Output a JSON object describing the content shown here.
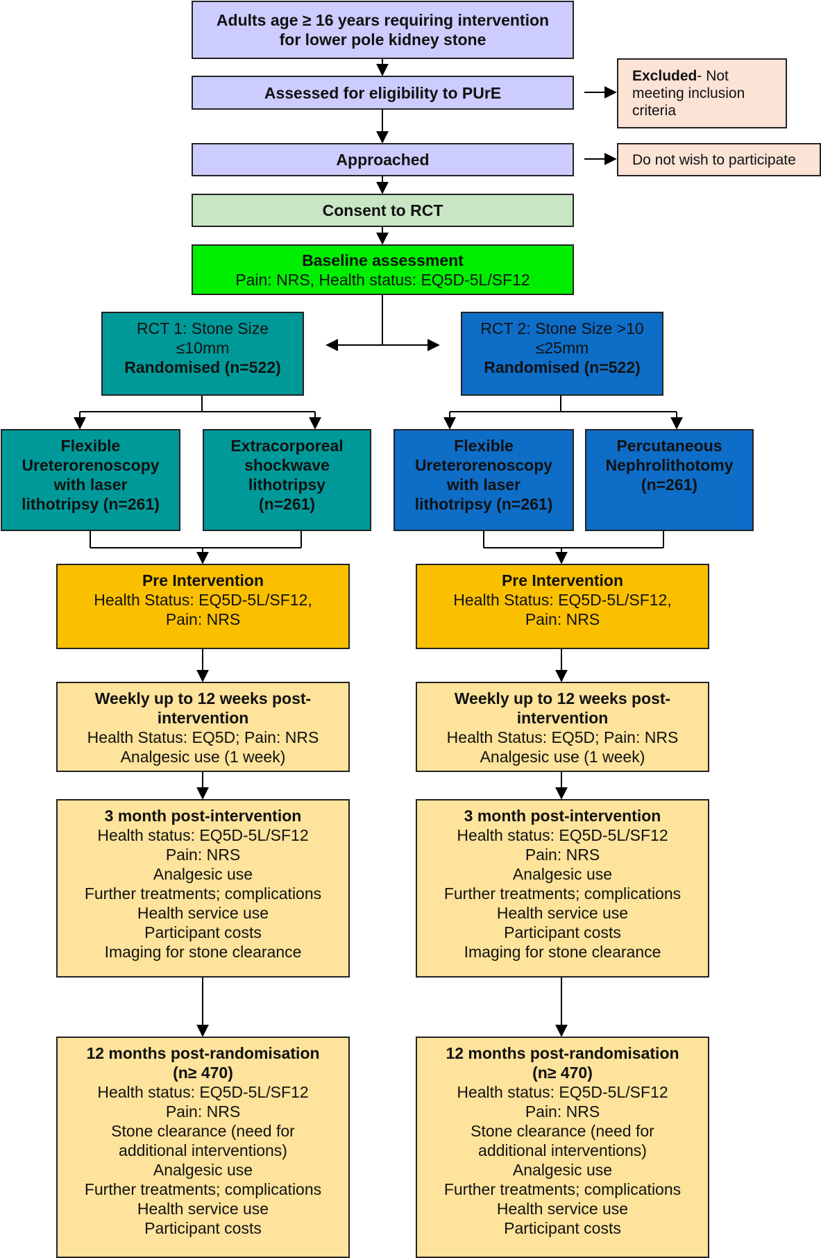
{
  "flow": {
    "start": [
      "Adults age ≥ 16 years requiring intervention",
      "for lower pole kidney stone"
    ],
    "assessed": "Assessed for eligibility to PUrE",
    "excluded": {
      "bold": "Excluded",
      "rest": "- Not",
      "line2": "meeting inclusion",
      "line3": "criteria"
    },
    "approached": "Approached",
    "declined": "Do not wish to participate",
    "consent": "Consent to RCT",
    "baseline": {
      "title": "Baseline assessment",
      "detail": "Pain: NRS, Health status: EQ5D-5L/SF12"
    }
  },
  "rct1": {
    "lines": [
      "RCT 1: Stone Size",
      "≤10mm"
    ],
    "randomised": "Randomised (n=522)",
    "arm_a": [
      "Flexible",
      "Ureterorenoscopy",
      "with laser",
      "lithotripsy (n=261)"
    ],
    "arm_b": [
      "Extracorporeal",
      "shockwave",
      "lithotripsy",
      "(n=261)"
    ]
  },
  "rct2": {
    "lines": [
      "RCT 2: Stone Size >10",
      "≤25mm"
    ],
    "randomised": "Randomised (n=522)",
    "arm_a": [
      "Flexible",
      "Ureterorenoscopy",
      "with laser",
      "lithotripsy (n=261)"
    ],
    "arm_b": [
      "Percutaneous",
      "Nephrolithotomy",
      "(n=261)"
    ]
  },
  "followup": {
    "pre": {
      "title": "Pre Intervention",
      "lines": [
        "Health Status: EQ5D-5L/SF12,",
        "Pain: NRS"
      ]
    },
    "weekly": {
      "title": [
        "Weekly up to 12 weeks post-",
        "intervention"
      ],
      "lines": [
        "Health Status: EQ5D; Pain: NRS",
        "Analgesic use (1 week)"
      ]
    },
    "month3": {
      "title": "3 month post-intervention",
      "lines": [
        "Health status: EQ5D-5L/SF12",
        "Pain: NRS",
        "Analgesic use",
        "Further treatments; complications",
        "Health service use",
        "Participant costs",
        "Imaging for stone clearance"
      ]
    },
    "month12": {
      "title": [
        "12 months post-randomisation",
        "(n≥ 470)"
      ],
      "lines": [
        "Health status: EQ5D-5L/SF12",
        "Pain: NRS",
        "Stone clearance (need for",
        "additional interventions)",
        "Analgesic use",
        "Further treatments; complications",
        "Health service use",
        "Participant costs"
      ]
    }
  }
}
